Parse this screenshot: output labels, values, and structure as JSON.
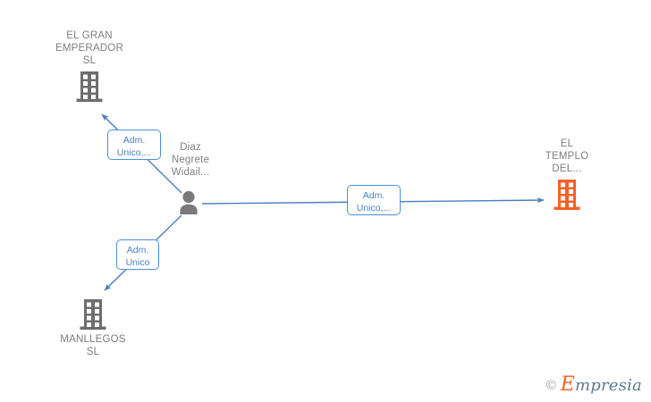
{
  "graph": {
    "title": "Empresia relationship graph",
    "colors": {
      "edge": "#4a7fc1",
      "label_border": "#4a90d9",
      "label_text": "#4a7fc1",
      "company_gray": "#6e6e6e",
      "company_highlight": "#f4612a",
      "person_gray": "#7a7a7a",
      "node_text": "#808080",
      "background": "#ffffff"
    },
    "nodes": [
      {
        "id": "el-gran-emperador",
        "type": "company",
        "label": "EL GRAN\nEMPERADOR\nSL",
        "icon": "building-icon",
        "color": "#6e6e6e",
        "label_position": "above"
      },
      {
        "id": "diaz-negrete-widail",
        "type": "person",
        "label": "Diaz\nNegrete\nWidail...",
        "icon": "person-icon",
        "color": "#7a7a7a",
        "label_position": "left"
      },
      {
        "id": "el-templo-del",
        "type": "company",
        "label": "EL\nTEMPLO\nDEL...",
        "icon": "building-icon",
        "color": "#f4612a",
        "label_position": "above"
      },
      {
        "id": "manllegos",
        "type": "company",
        "label": "MANLLEGOS\nSL",
        "icon": "building-icon",
        "color": "#6e6e6e",
        "label_position": "below"
      }
    ],
    "edges": [
      {
        "id": "edge-to-el-gran-emperador",
        "from": "diaz-negrete-widail",
        "to": "el-gran-emperador",
        "label": "Adm.\nUnico,...",
        "direction": "up-left"
      },
      {
        "id": "edge-to-el-templo-del",
        "from": "diaz-negrete-widail",
        "to": "el-templo-del",
        "label": "Adm.\nUnico,...",
        "direction": "right"
      },
      {
        "id": "edge-to-manllegos",
        "from": "diaz-negrete-widail",
        "to": "manllegos",
        "label": "Adm.\nUnico",
        "direction": "down-left"
      }
    ]
  },
  "watermark": {
    "copyright": "©",
    "brand_initial": "E",
    "brand_rest": "mpresia"
  }
}
